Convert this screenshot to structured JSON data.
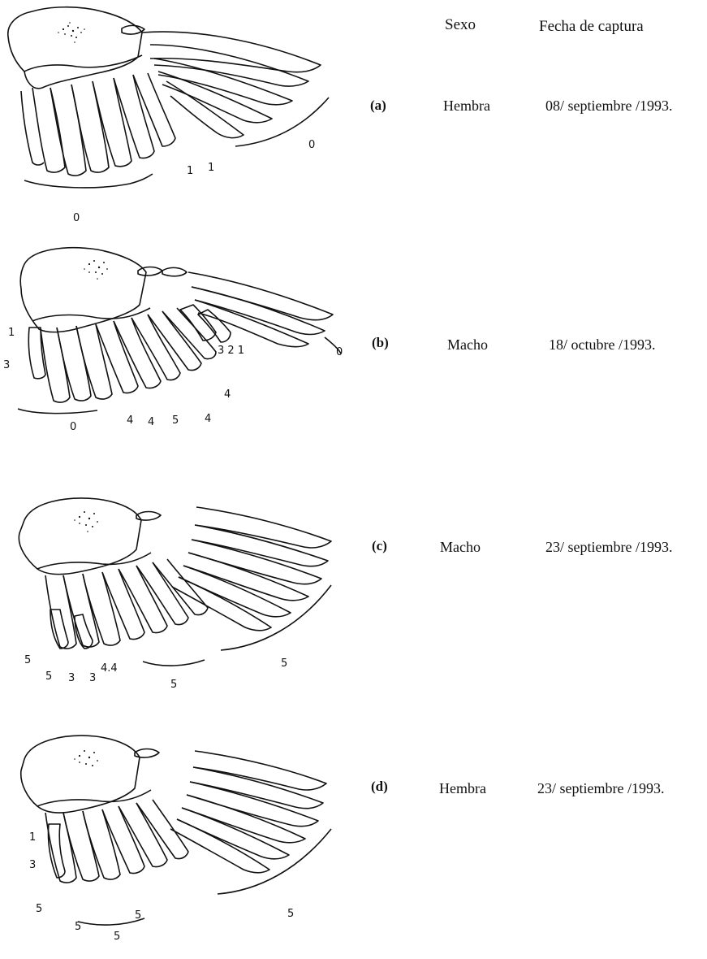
{
  "headers": {
    "sex": "Sexo",
    "date": "Fecha de captura"
  },
  "rows": [
    {
      "label": "(a)",
      "sex": "Hembra",
      "date": "08/ septiembre /1993.",
      "scores": {
        "primaries": "0",
        "secondaries": "0",
        "misc1": "1",
        "misc2": "1"
      }
    },
    {
      "label": "(b)",
      "sex": "Macho",
      "date": "18/ octubre /1993.",
      "scores": {
        "left_top": "1",
        "left_mid": "3",
        "primaries": "0",
        "secondaries": "0",
        "tertials": "3 2 1",
        "feathers": [
          "4",
          "4",
          "5",
          "4",
          "4"
        ]
      }
    },
    {
      "label": "(c)",
      "sex": "Macho",
      "date": "23/ septiembre /1993.",
      "scores": {
        "left": "5",
        "lower": [
          "5",
          "3",
          "3",
          "4.4"
        ],
        "mid": "5",
        "primaries": "5"
      }
    },
    {
      "label": "(d)",
      "sex": "Hembra",
      "date": "23/ septiembre /1993.",
      "scores": {
        "left_top": "1",
        "left_mid": "3",
        "left_low": "5",
        "lower": [
          "5",
          "5"
        ],
        "secondaries": "5",
        "primaries": "5"
      }
    }
  ]
}
